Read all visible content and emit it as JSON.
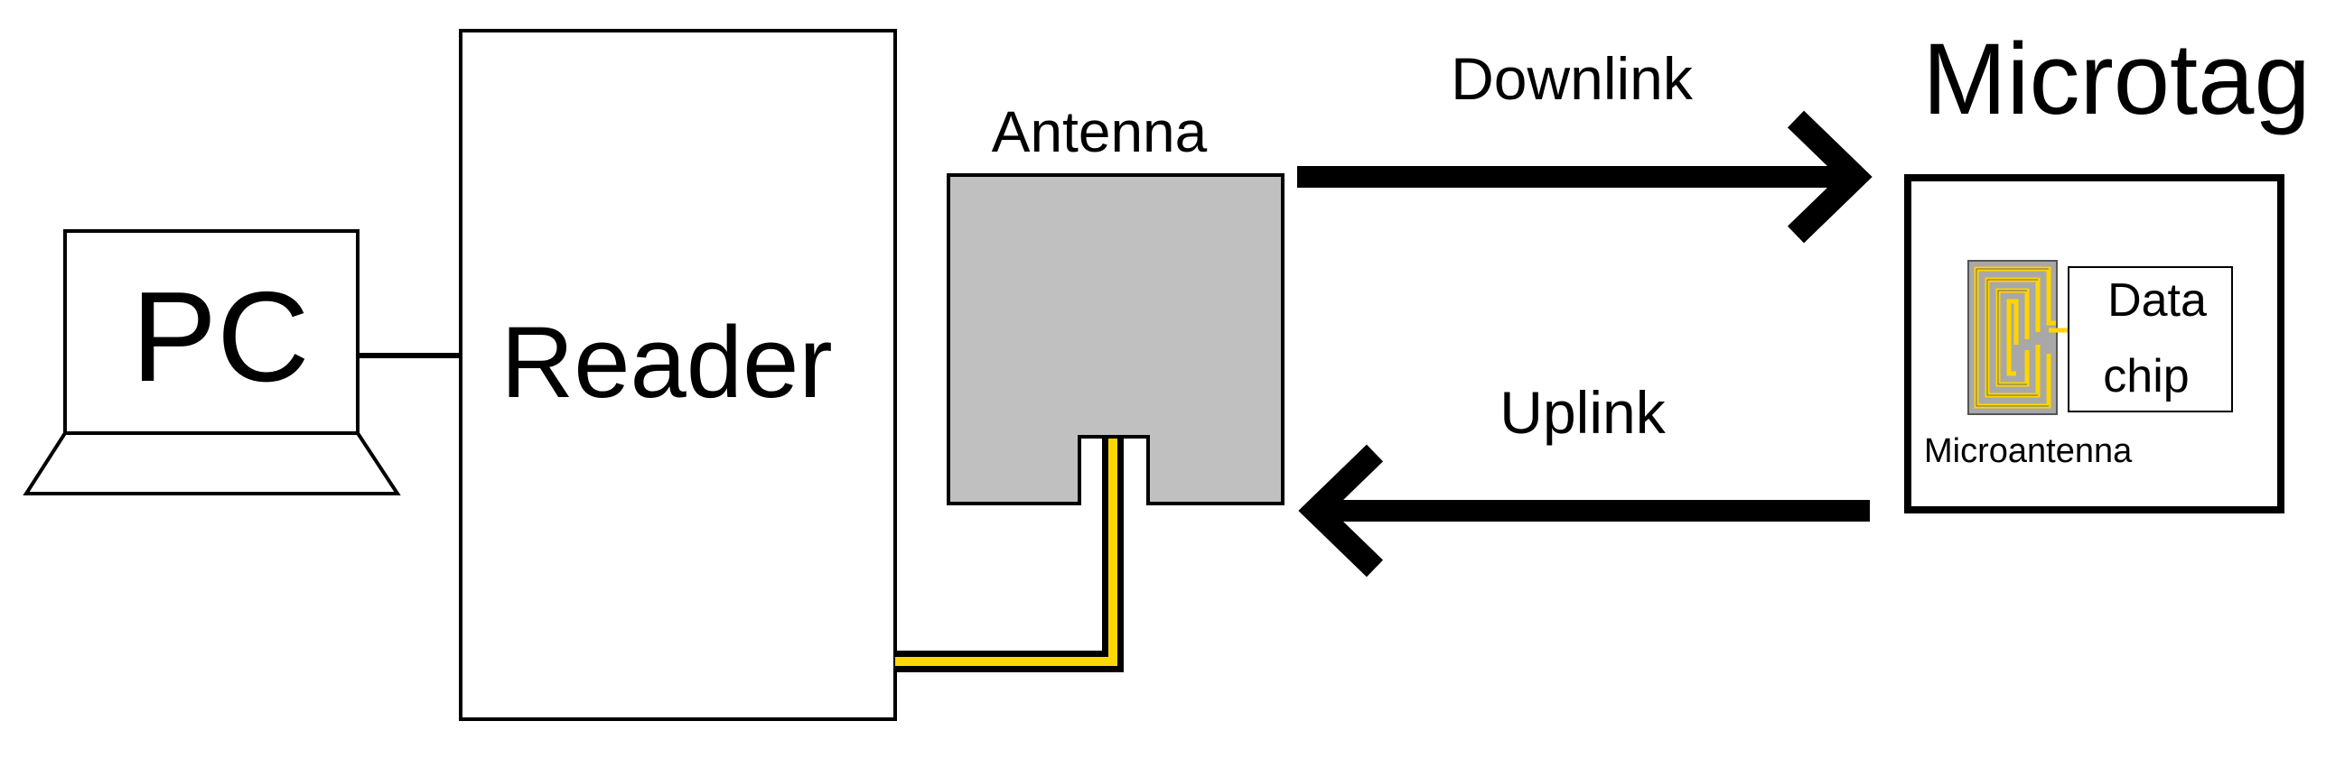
{
  "diagram": {
    "pc": {
      "label": "PC"
    },
    "reader": {
      "label": "Reader"
    },
    "antenna": {
      "label": "Antenna"
    },
    "downlink": {
      "label": "Downlink"
    },
    "uplink": {
      "label": "Uplink"
    },
    "microtag": {
      "label": "Microtag",
      "data_chip": {
        "line1": "Data",
        "line2": "chip"
      },
      "microantenna": {
        "label": "Microantenna"
      }
    }
  },
  "colors": {
    "line": "#000000",
    "antenna_fill": "#c0c0c0",
    "coax_yellow": "#ffd700",
    "microantenna_fill": "#a8a8a8",
    "microantenna_trace": "#ffd400"
  }
}
